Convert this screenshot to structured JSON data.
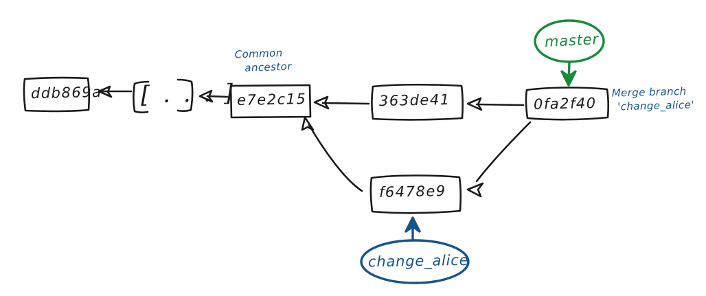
{
  "diagram": {
    "title": "git merge commit graph",
    "background_color": "#ffffff",
    "ink_color": "#1a1a1a",
    "accent_blue": "#15538f",
    "accent_green": "#1a8a3a"
  },
  "commits": [
    {
      "id": "ddb869a",
      "label": "ddb869a"
    },
    {
      "id": "ellipsis",
      "label": "[ . . . ]"
    },
    {
      "id": "e7e2c15",
      "label": "e7e2c15"
    },
    {
      "id": "363de41",
      "label": "363de41"
    },
    {
      "id": "0fa2f40",
      "label": "0fa2f40"
    },
    {
      "id": "f6478e9",
      "label": "f6478e9"
    }
  ],
  "annotations": [
    {
      "id": "common-ancestor",
      "line1": "Common",
      "line2": "ancestor",
      "color": "#15538f"
    },
    {
      "id": "merge-message",
      "line1": "Merge branch",
      "line2": "'change_alice'",
      "color": "#15538f"
    }
  ],
  "branches": [
    {
      "id": "master",
      "label": "master",
      "color": "#1a8a3a"
    },
    {
      "id": "change_alice",
      "label": "change_alice",
      "color": "#15538f"
    }
  ],
  "edges": [
    {
      "from": "ellipsis",
      "to": "ddb869a"
    },
    {
      "from": "e7e2c15",
      "to": "ellipsis"
    },
    {
      "from": "363de41",
      "to": "e7e2c15"
    },
    {
      "from": "0fa2f40",
      "to": "363de41"
    },
    {
      "from": "f6478e9",
      "to": "e7e2c15"
    },
    {
      "from": "0fa2f40",
      "to": "f6478e9"
    }
  ]
}
